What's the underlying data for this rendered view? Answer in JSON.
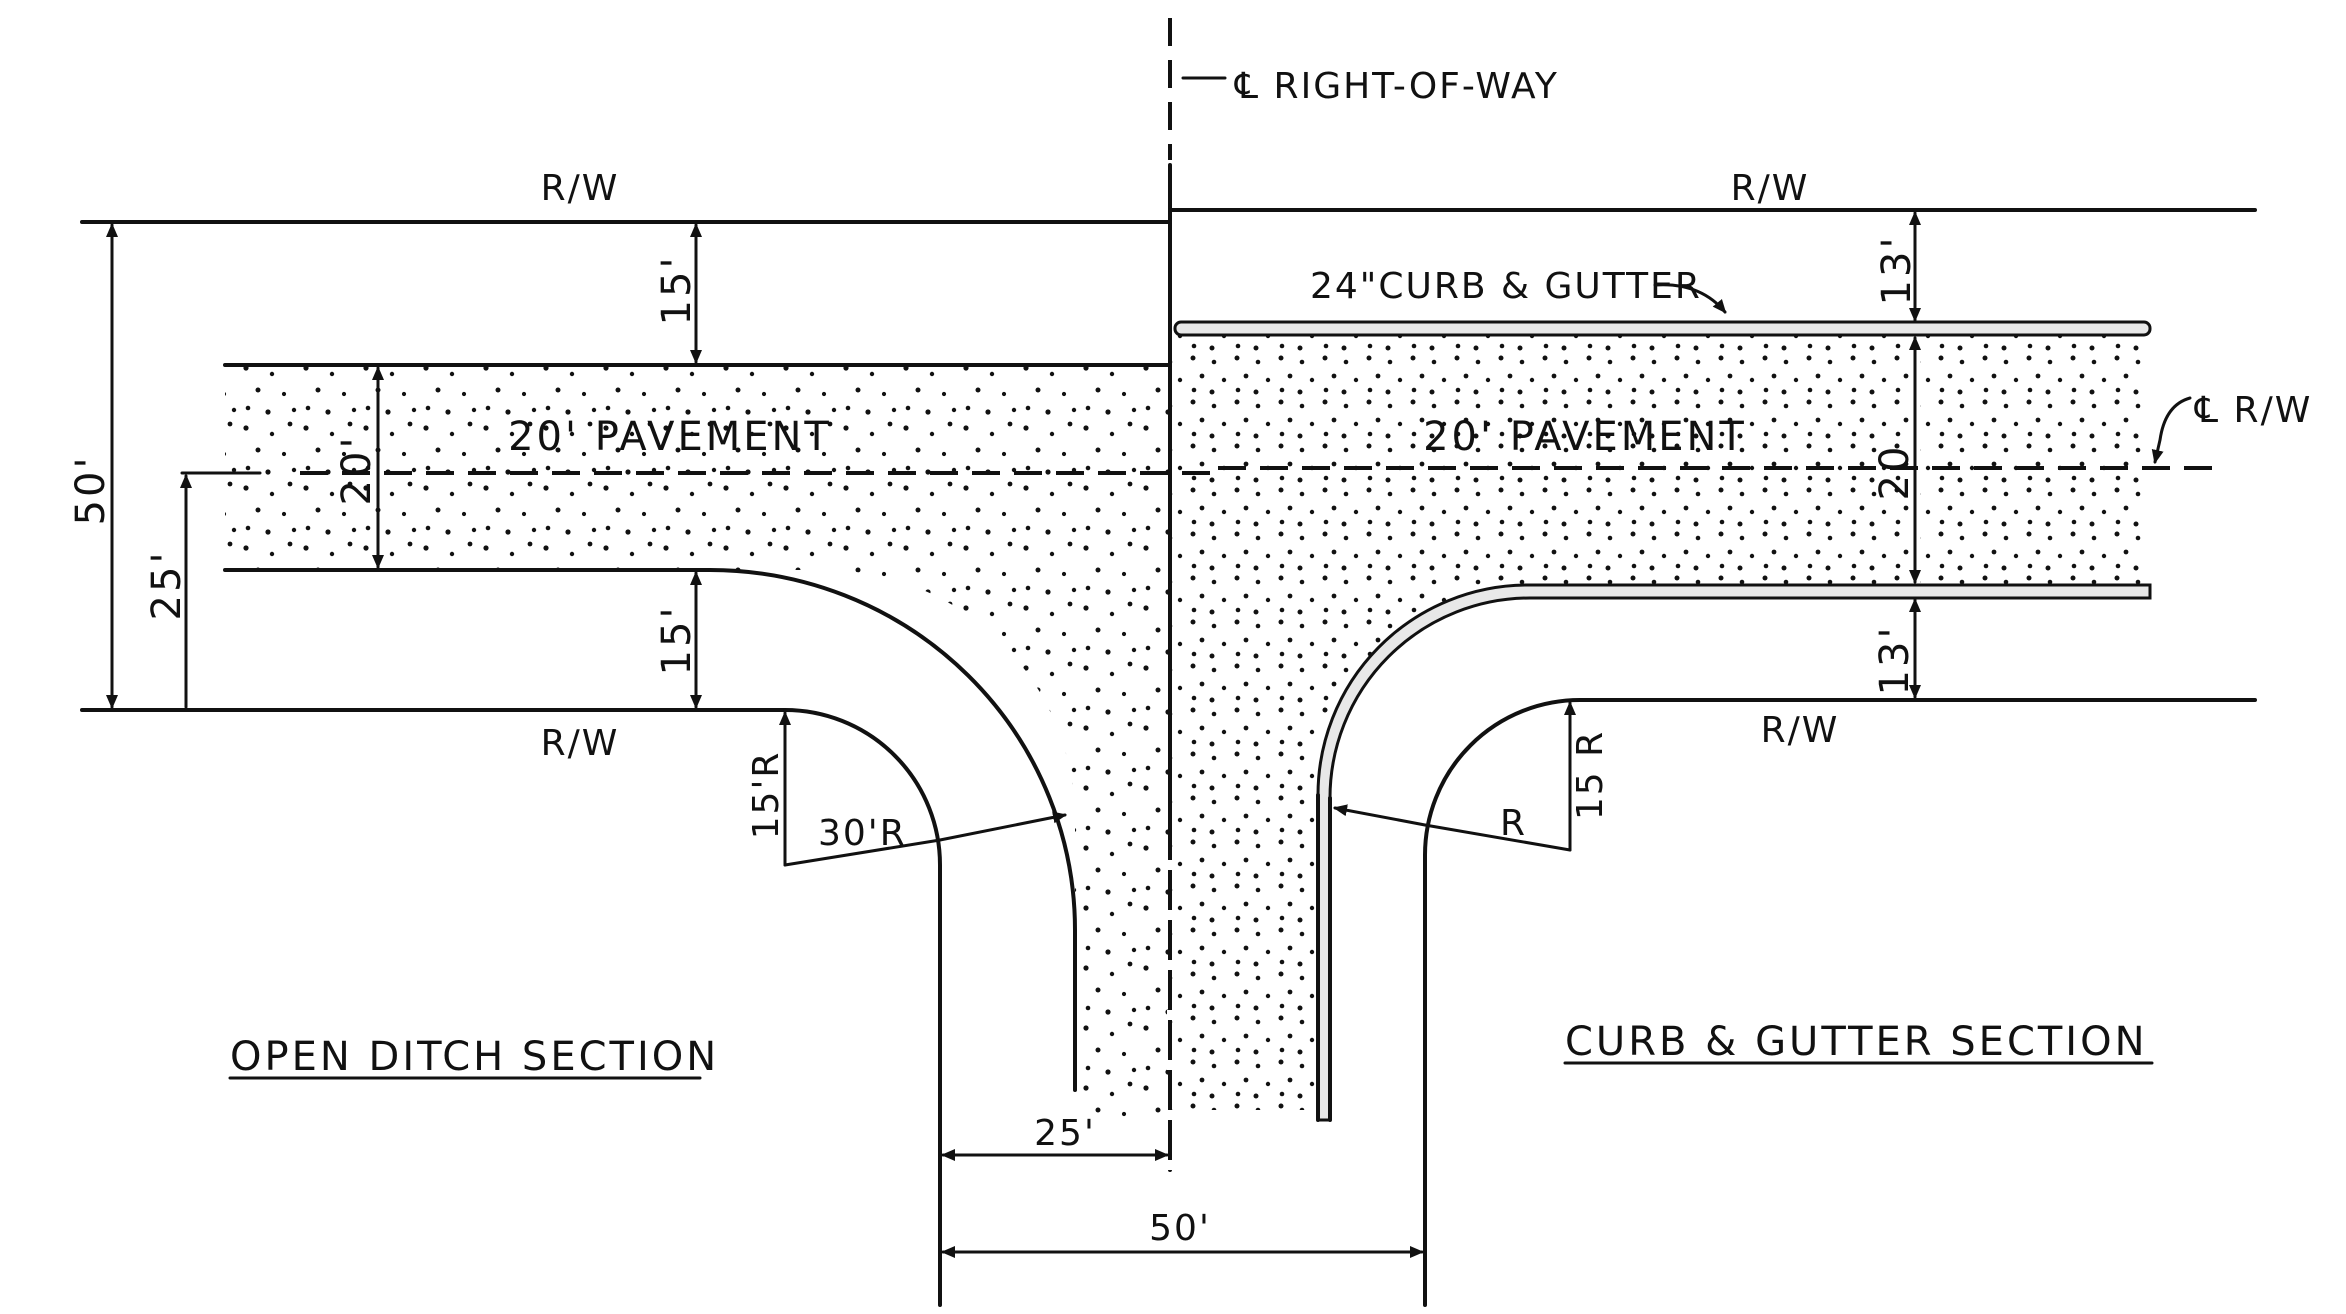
{
  "labels": {
    "centerline": "℄ RIGHT-OF-WAY",
    "rw_top_left": "R/W",
    "rw_top_right": "R/W",
    "rw_bottom_left": "R/W",
    "rw_bottom_right": "R/W",
    "curb_gutter_note": "24\"CURB & GUTTER",
    "pavement_left": "20' PAVEMENT",
    "pavement_right": "20' PAVEMENT",
    "cl_rw_right": "℄ R/W",
    "open_ditch_section": "OPEN DITCH SECTION",
    "curb_gutter_section": "CURB & GUTTER SECTION"
  },
  "dimensions": {
    "total_row_width": "50'",
    "half_row_width": "25'",
    "top_left_offset": "15'",
    "bottom_left_offset": "15'",
    "pavement_left_width": "20'",
    "pavement_right_width": "20",
    "top_right_offset": "13'",
    "bottom_right_offset": "13'",
    "left_small_radius": "15'R",
    "left_large_radius": "30'R",
    "right_radius": "R",
    "right_small_radius": "15 R",
    "side_street_half": "25'",
    "side_street_width": "50'"
  }
}
